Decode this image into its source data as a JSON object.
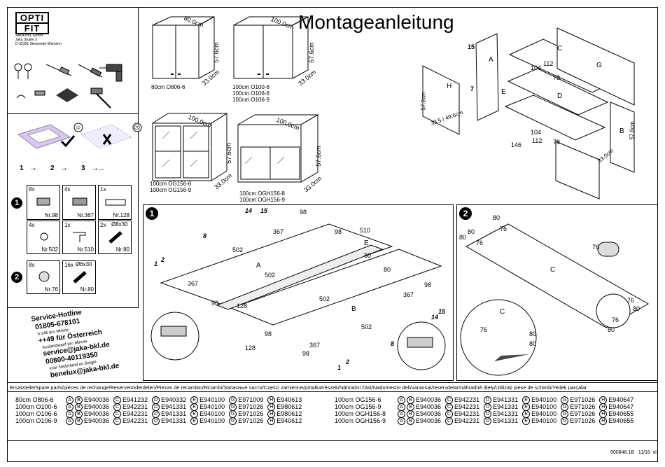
{
  "brand": {
    "logo_line1": "OPTI",
    "logo_line2": "FIT",
    "company": "JAKA-BKL GmbH",
    "street": "Jaka Straße 3",
    "city": "D-32351 Stemwede-Wehdem"
  },
  "title": "Montageanleitung",
  "cabinets": [
    {
      "width": "80.0cm",
      "height": "57.6cm",
      "depth": "33.0cm",
      "models": [
        "80cm O806-6"
      ]
    },
    {
      "width": "100.0cm",
      "height": "57.6cm",
      "depth": "33.0cm",
      "models": [
        "100cm O100-6",
        "100cm O106-6",
        "100cm O106-9"
      ]
    },
    {
      "width": "100.0cm",
      "height": "57.6cm",
      "depth": "33.0cm",
      "models": [
        "100cm OG156-6",
        "100cm OG156-9"
      ]
    },
    {
      "width": "100.0cm",
      "height": "57.6cm",
      "depth": "33.0cm",
      "models": [
        "100cm OGH156-8",
        "100cm OGH156-9"
      ]
    }
  ],
  "steps_seq": [
    "1",
    "2",
    "3",
    "..."
  ],
  "parts_step1": [
    {
      "qty": "8x",
      "nr": "Nr.98"
    },
    {
      "qty": "4x",
      "nr": "Nr.367"
    },
    {
      "qty": "1x",
      "nr": "Nr.128"
    },
    {
      "qty": "4x",
      "nr": "Nr.502"
    },
    {
      "qty": "1x",
      "nr": "Nr.510"
    },
    {
      "qty": "2x",
      "size": "Ø8x30",
      "nr": "Nr.80"
    }
  ],
  "parts_step2": [
    {
      "qty": "8x",
      "nr": "Nr.76"
    },
    {
      "qty": "16x",
      "size": "Ø6x30",
      "nr": "Nr.80"
    }
  ],
  "service": {
    "hotline": "Service-Hotline",
    "phone_de": "01805-678101",
    "price": "0.14€ pro Minute",
    "phone_at": "++49 für Österreich",
    "abroad": "Auslandstarif pro Minute",
    "email_de": "service@jaka-bkl.de",
    "phone_nl": "00800-40119350",
    "nl_note": "voor Nederland en België",
    "email_nl": "benelux@jaka-bkl.de"
  },
  "exploded": {
    "labels": [
      "A",
      "B",
      "C",
      "D",
      "E",
      "G",
      "H"
    ],
    "numbers": [
      "15",
      "7",
      "104",
      "112",
      "78",
      "104",
      "112",
      "78",
      "146"
    ],
    "dims": [
      "57.2cm",
      "39.5 / 49.6cm",
      "57.6cm",
      "33.0cm"
    ]
  },
  "step1": {
    "num": "1",
    "nums": [
      "14",
      "15",
      "98",
      "367",
      "8",
      "502",
      "98",
      "510",
      "E",
      "80",
      "1",
      "2",
      "367",
      "A",
      "502",
      "98",
      "128",
      "80",
      "98",
      "367",
      "14",
      "15",
      "502",
      "B",
      "98",
      "128",
      "98",
      "367",
      "502",
      "8",
      "1",
      "2"
    ]
  },
  "step2": {
    "num": "2",
    "nums": [
      "80",
      "76",
      "80",
      "80",
      "76",
      "76",
      "C",
      "76",
      "80",
      "80",
      "76",
      "C",
      "76",
      "80",
      "80"
    ]
  },
  "spare": {
    "header": "Ersatzteile/Spare parts/pièces de rechange/Reserveonderdelen/Piezas de recambio/Ricambi/Запасные части/Części zamienne/pótalkatrészek/Náhradní část/Nadomestni deli/varaosat/reservdelar/náhradné dieły/Utilizaţi piese de schimb/Yedek parçalar",
    "left": [
      {
        "model": "80cm O806-6",
        "codes": [
          "E940036",
          "E941232",
          "E940332",
          "E940100",
          "E971009",
          "E940613"
        ]
      },
      {
        "model": "100cm O100-6",
        "codes": [
          "E940036",
          "E942231",
          "E941331",
          "E940100",
          "E971026",
          "E980612"
        ]
      },
      {
        "model": "100cm O106-6",
        "codes": [
          "E940036",
          "E942231",
          "E941331",
          "E940100",
          "E971026",
          "E980612"
        ]
      },
      {
        "model": "100cm O106-9",
        "codes": [
          "E940036",
          "E942231",
          "E941331",
          "E940100",
          "E971026",
          "E940612"
        ]
      }
    ],
    "right": [
      {
        "model": "100cm OG156-6",
        "codes": [
          "E940036",
          "E942231",
          "E941331",
          "E940100",
          "E971026",
          "E940647"
        ]
      },
      {
        "model": "100cm OG156-9",
        "codes": [
          "E940036",
          "E942231",
          "E941331",
          "E940100",
          "E971026",
          "E940647"
        ]
      },
      {
        "model": "100cm OGH156-8",
        "codes": [
          "E940036",
          "E942231",
          "E941331",
          "E940100",
          "E971026",
          "E940655"
        ]
      },
      {
        "model": "100cm OGH156-9",
        "codes": [
          "E940036",
          "E942231",
          "E941331",
          "E940100",
          "E971026",
          "E940655"
        ]
      }
    ],
    "code_letters": [
      "AB",
      "C",
      "D",
      "E",
      "G",
      "H"
    ]
  },
  "footer": {
    "doc_id": "500848.1B",
    "date": "11/18",
    "tag": "sl"
  }
}
